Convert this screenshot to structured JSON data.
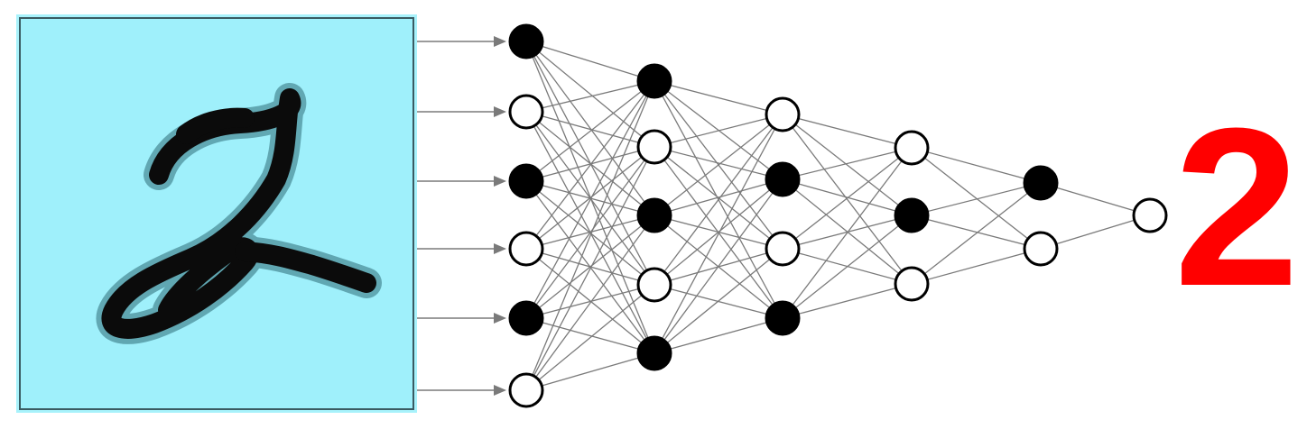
{
  "input_image": {
    "background": "#9ff0fb",
    "digit_ink": "#0b0b0b",
    "digit_edge": "#2e6d78"
  },
  "network": {
    "layers": [
      {
        "nodes": [
          "filled",
          "empty",
          "filled",
          "empty",
          "filled",
          "empty"
        ]
      },
      {
        "nodes": [
          "filled",
          "empty",
          "filled",
          "empty",
          "filled"
        ]
      },
      {
        "nodes": [
          "empty",
          "filled",
          "empty",
          "filled"
        ]
      },
      {
        "nodes": [
          "empty",
          "filled",
          "empty"
        ]
      },
      {
        "nodes": [
          "filled",
          "empty"
        ]
      },
      {
        "nodes": [
          "empty"
        ]
      }
    ],
    "edge_color": "#7a7a7a",
    "node_fill": "#000000",
    "node_empty": "#ffffff"
  },
  "output": {
    "label": "2",
    "color": "#ff0000"
  }
}
